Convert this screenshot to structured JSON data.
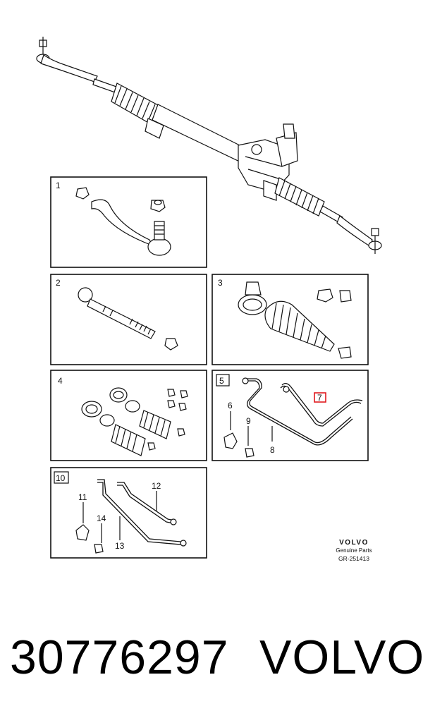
{
  "panels": [
    {
      "number": "1"
    },
    {
      "number": "2"
    },
    {
      "number": "3"
    },
    {
      "number": "4"
    },
    {
      "number": "5"
    },
    {
      "number": "10"
    }
  ],
  "callouts": {
    "c6": "6",
    "c7": "7",
    "c8": "8",
    "c9": "9",
    "c11": "11",
    "c12": "12",
    "c13": "13",
    "c14": "14"
  },
  "highlight_color": "#e0191e",
  "brand": {
    "logo": "VOLVO",
    "line1": "Genuine Parts",
    "line2": "GR-251413"
  },
  "footer": {
    "part_number": "30776297",
    "make": "VOLVO"
  }
}
